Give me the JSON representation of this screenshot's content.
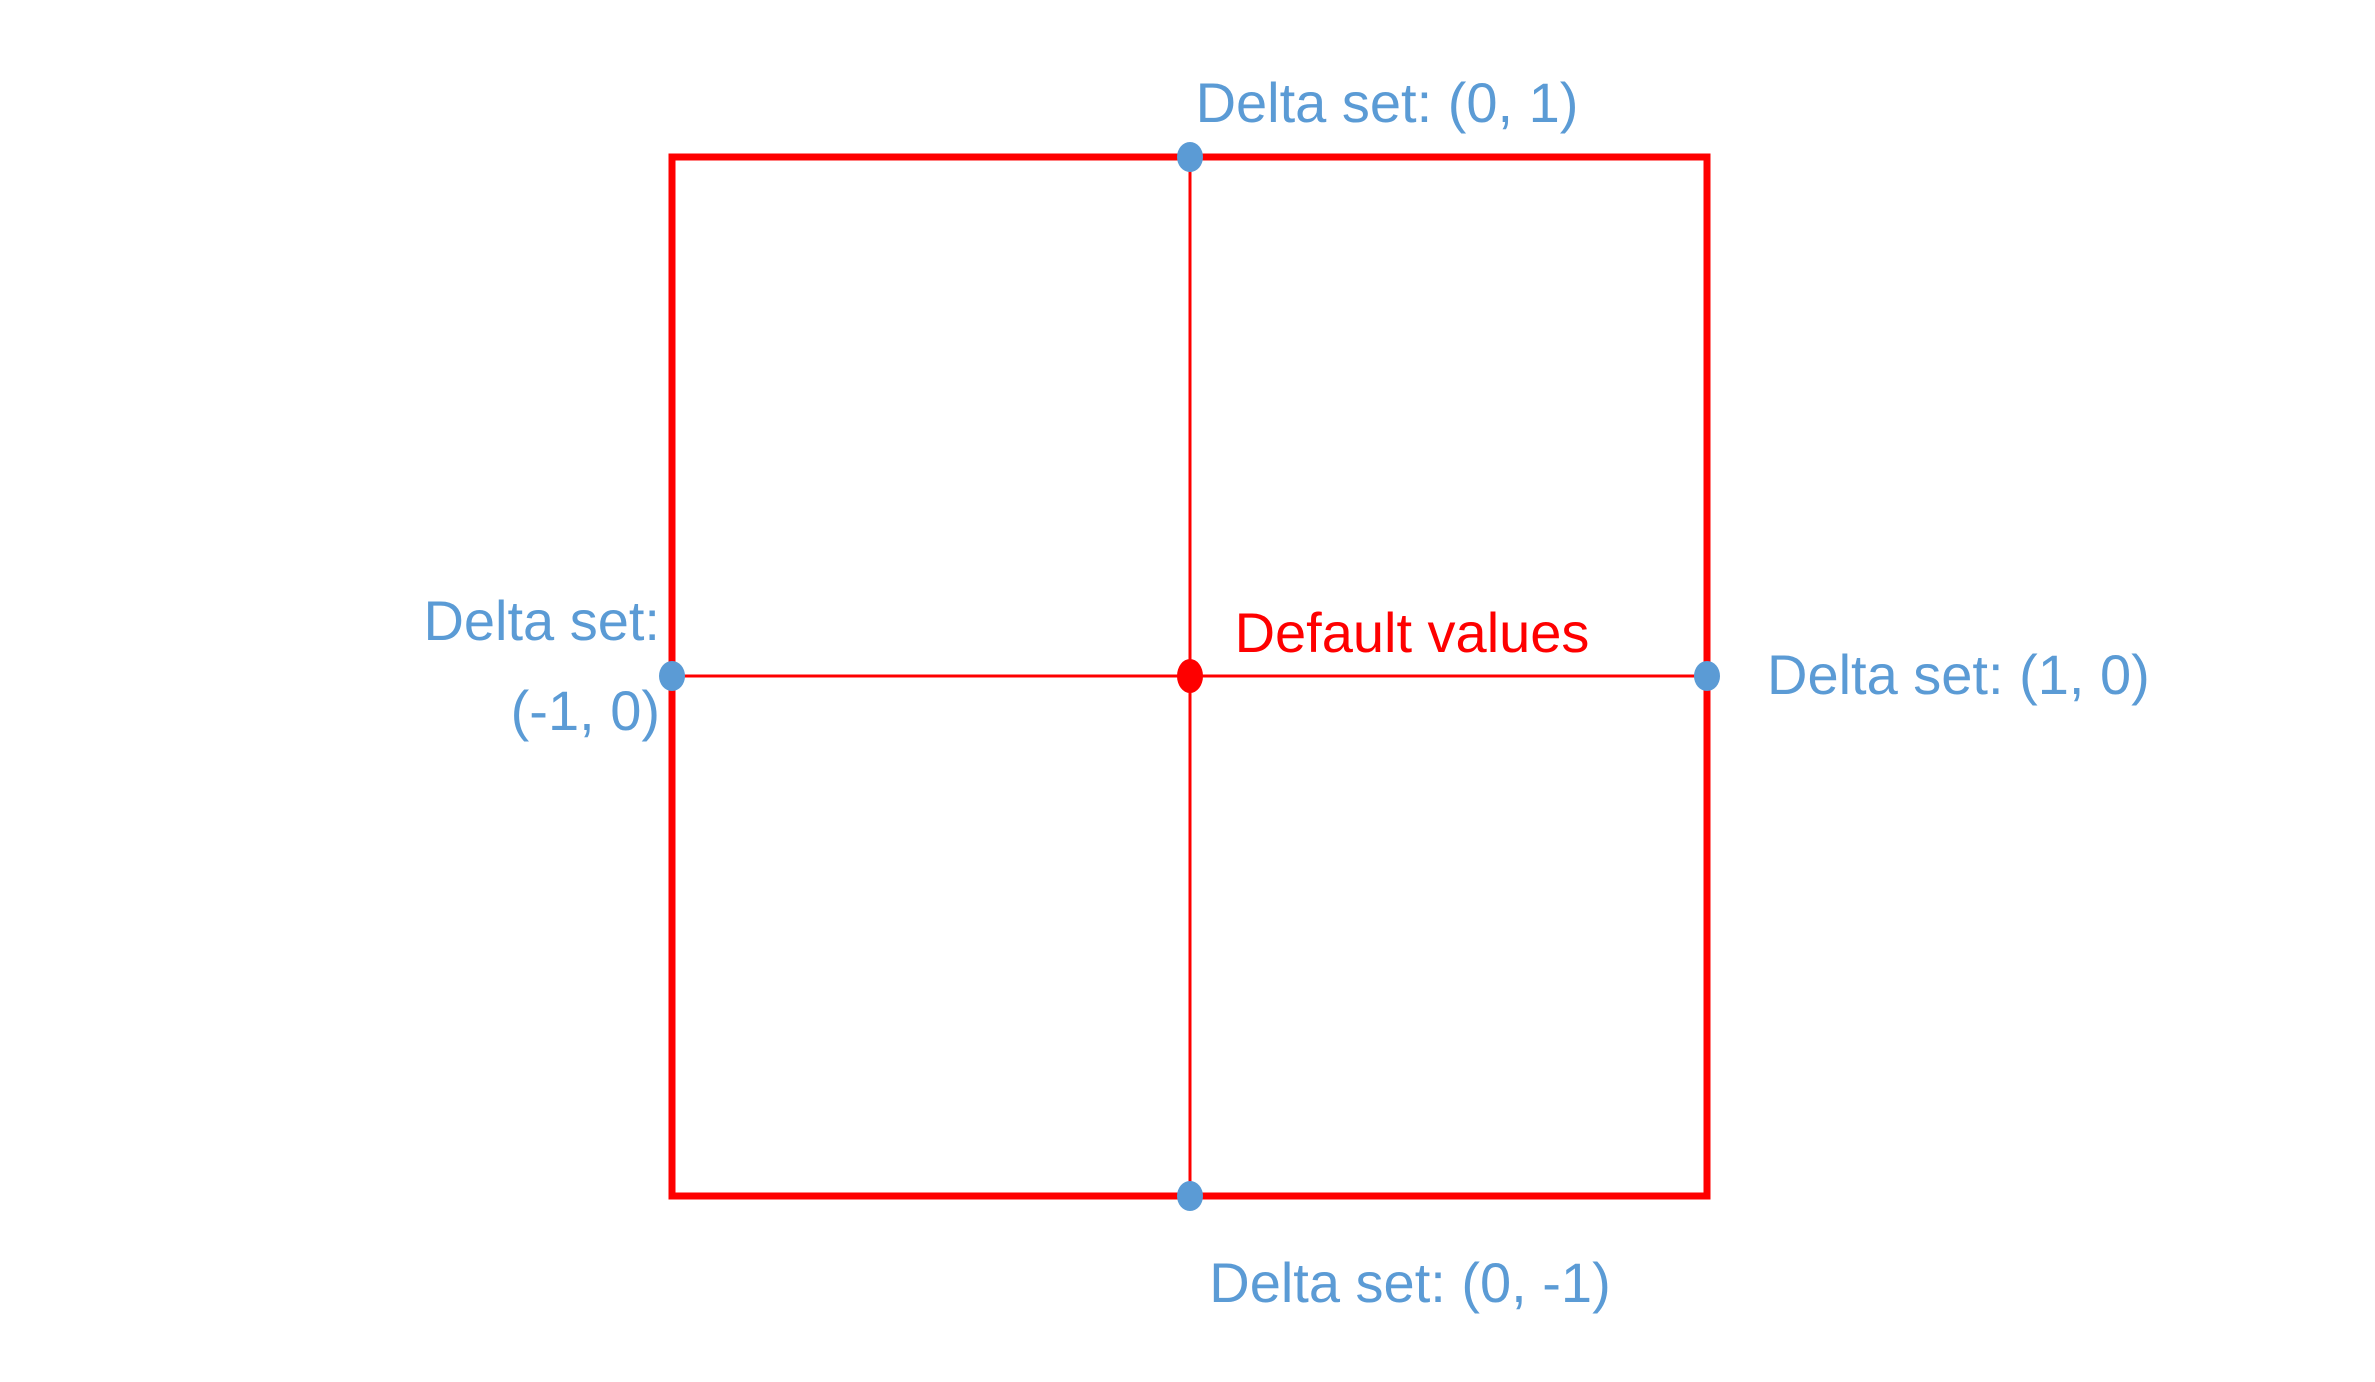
{
  "colors": {
    "red": "#fe0000",
    "blue": "#5b9bd5",
    "background": "#ffffff"
  },
  "diagram": {
    "center_label": "Default values",
    "top_label": "Delta set: (0, 1)",
    "right_label": "Delta set: (1, 0)",
    "bottom_label": "Delta set: (0, -1)",
    "left_label_line1": "Delta set:",
    "left_label_line2": "(-1, 0)"
  }
}
